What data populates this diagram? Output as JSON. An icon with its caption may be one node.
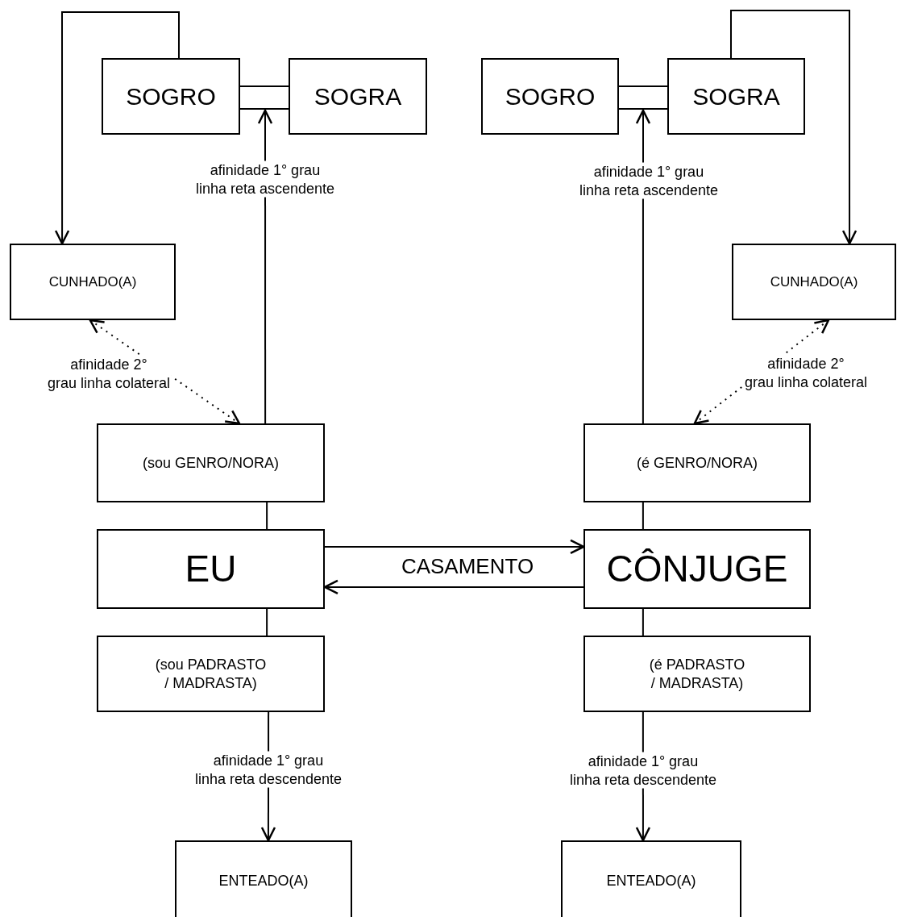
{
  "diagram": {
    "nodes": [
      {
        "text": [
          "SOGRO"
        ]
      },
      {
        "text": [
          "SOGRA"
        ]
      },
      {
        "text": [
          "SOGRO"
        ]
      },
      {
        "text": [
          "SOGRA"
        ]
      },
      {
        "text": [
          "CUNHADO(A)"
        ]
      },
      {
        "text": [
          "CUNHADO(A)"
        ]
      },
      {
        "text": [
          "(sou GENRO/NORA)"
        ]
      },
      {
        "text": [
          "(é GENRO/NORA)"
        ]
      },
      {
        "text": [
          "EU"
        ]
      },
      {
        "text": [
          "CÔNJUGE"
        ]
      },
      {
        "text": [
          "(sou PADRASTO / MADRASTA)"
        ]
      },
      {
        "text": [
          "(é PADRASTO / MADRASTA)"
        ]
      },
      {
        "text": [
          "ENTEADO(A)"
        ]
      },
      {
        "text": [
          "ENTEADO(A)"
        ]
      }
    ],
    "edges": [
      {
        "from": 0,
        "to": 1,
        "arrow": "none"
      },
      {
        "from": 6,
        "to": 0,
        "arrow": "to",
        "label": "afinidade 1° grau linha reta ascendente"
      },
      {
        "from": 0,
        "to": 4,
        "arrow": "to"
      },
      {
        "from": 4,
        "to": 6,
        "arrow": "both",
        "style": "dashed",
        "label": "afinidade 2° grau linha colateral"
      },
      {
        "from": 6,
        "to": 8,
        "arrow": "none"
      },
      {
        "from": 8,
        "to": 9,
        "arrow": "to",
        "label": "CASAMENTO"
      },
      {
        "from": 9,
        "to": 8,
        "arrow": "to"
      },
      {
        "from": 8,
        "to": 10,
        "arrow": "none"
      },
      {
        "from": 10,
        "to": 12,
        "arrow": "to",
        "label": "afinidade 1° grau linha reta descendente"
      },
      {
        "from": 2,
        "to": 3,
        "arrow": "none"
      },
      {
        "from": 7,
        "to": 2,
        "arrow": "to",
        "label": "afinidade 1° grau linha reta ascendente"
      },
      {
        "from": 3,
        "to": 5,
        "arrow": "to"
      },
      {
        "from": 5,
        "to": 7,
        "arrow": "both",
        "style": "dashed",
        "label": "afinidade 2° grau linha colateral"
      },
      {
        "from": 7,
        "to": 9,
        "arrow": "none"
      },
      {
        "from": 9,
        "to": 11,
        "arrow": "none"
      },
      {
        "from": 11,
        "to": 13,
        "arrow": "to",
        "label": "afinidade 1° grau linha reta descendente"
      }
    ]
  }
}
